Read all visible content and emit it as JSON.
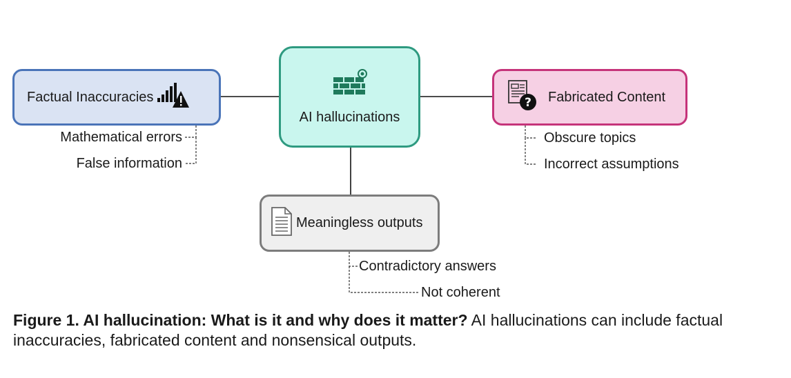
{
  "nodes": {
    "center": {
      "label": "AI hallucinations",
      "icon": "brick-wall-icon",
      "color": "#2e9a80"
    },
    "factual": {
      "label": "Factual Inaccuracies",
      "icon": "bar-chart-warning-icon",
      "color": "#4a74b8"
    },
    "fabricated": {
      "label": "Fabricated Content",
      "icon": "newspaper-question-icon",
      "color": "#c5337a"
    },
    "meaningless": {
      "label": "Meaningless outputs",
      "icon": "document-icon",
      "color": "#7c7c7c"
    }
  },
  "leaves": {
    "factual": [
      "Mathematical errors",
      "False information"
    ],
    "fabricated": [
      "Obscure topics",
      "Incorrect assumptions"
    ],
    "meaningless": [
      "Contradictory answers",
      "Not coherent"
    ]
  },
  "caption": {
    "bold": "Figure 1. AI hallucination: What is it and why does it matter?",
    "text": " AI hallucinations can include factual inaccuracies, fabricated content and nonsensical outputs."
  }
}
